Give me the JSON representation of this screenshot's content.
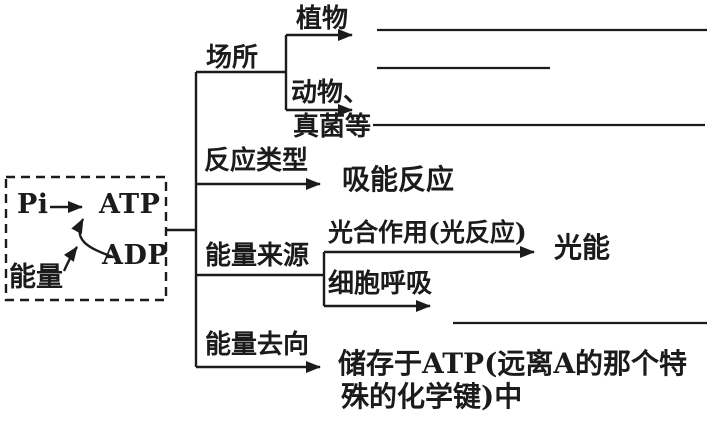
{
  "diagram": {
    "title_implied": "ATP concept map (biology worksheet)",
    "colors": {
      "ink": "#1b1b1b",
      "background": "#ffffff"
    },
    "box": {
      "pi": "Pi",
      "atp": "ATP",
      "adp": "ADP",
      "energy": "能量"
    },
    "branches": {
      "site": {
        "label": "场所",
        "plant": "植物",
        "animal_line1": "动物、",
        "animal_line2": "真菌等",
        "blanks": [
          "",
          "",
          ""
        ]
      },
      "reaction_type": {
        "label": "反应类型",
        "result": "吸能反应"
      },
      "energy_source": {
        "label": "能量来源",
        "photosynthesis": "光合作用(光反应)",
        "photosynthesis_result": "光能",
        "respiration": "细胞呼吸",
        "blanks": [
          ""
        ]
      },
      "energy_destination": {
        "label": "能量去向",
        "result_line1": "储存于ATP(远离A的那个特",
        "result_line2": "殊的化学键)中"
      }
    }
  }
}
